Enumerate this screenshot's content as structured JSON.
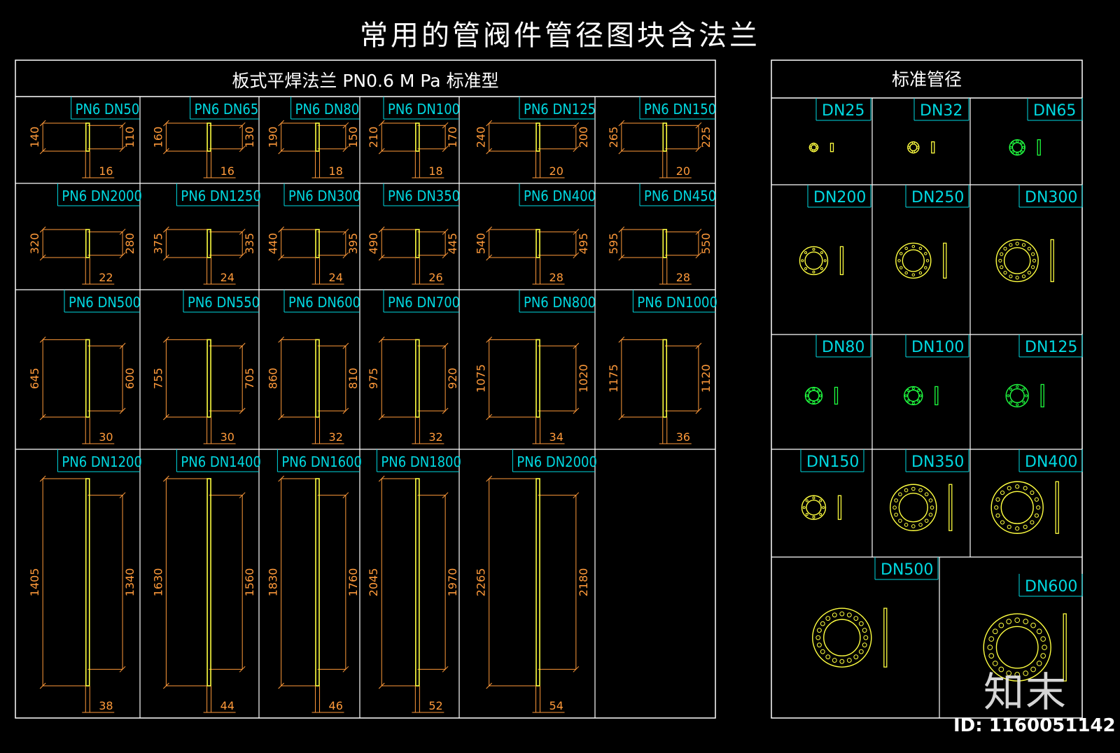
{
  "title": "常用的管阀件管径图块含法兰",
  "left_header": "板式平焊法兰 PN0.6 M Pa 标准型",
  "right_header": "标准管径",
  "colors": {
    "frame": "#ffffff",
    "label": "#00d8e0",
    "dim": "#ff9a3a",
    "flange": "#ffff40",
    "green": "#20ff40"
  },
  "flange_blocks": [
    {
      "label": "PN6  DN50",
      "d_outer": "140",
      "d_inner": "110",
      "thick": "16"
    },
    {
      "label": "PN6  DN65",
      "d_outer": "160",
      "d_inner": "130",
      "thick": "16"
    },
    {
      "label": "PN6  DN80",
      "d_outer": "190",
      "d_inner": "150",
      "thick": "18"
    },
    {
      "label": "PN6  DN100",
      "d_outer": "210",
      "d_inner": "170",
      "thick": "18"
    },
    {
      "label": "PN6  DN125",
      "d_outer": "240",
      "d_inner": "200",
      "thick": "20"
    },
    {
      "label": "PN6  DN150",
      "d_outer": "265",
      "d_inner": "225",
      "thick": "20"
    },
    {
      "label": "PN6  DN2000",
      "d_outer": "320",
      "d_inner": "280",
      "thick": "22"
    },
    {
      "label": "PN6  DN1250",
      "d_outer": "375",
      "d_inner": "335",
      "thick": "24"
    },
    {
      "label": "PN6  DN300",
      "d_outer": "440",
      "d_inner": "395",
      "thick": "24"
    },
    {
      "label": "PN6  DN350",
      "d_outer": "490",
      "d_inner": "445",
      "thick": "26"
    },
    {
      "label": "PN6  DN400",
      "d_outer": "540",
      "d_inner": "495",
      "thick": "28"
    },
    {
      "label": "PN6  DN450",
      "d_outer": "595",
      "d_inner": "550",
      "thick": "28"
    },
    {
      "label": "PN6  DN500",
      "d_outer": "645",
      "d_inner": "600",
      "thick": "30"
    },
    {
      "label": "PN6  DN550",
      "d_outer": "755",
      "d_inner": "705",
      "thick": "30"
    },
    {
      "label": "PN6  DN600",
      "d_outer": "860",
      "d_inner": "810",
      "thick": "32"
    },
    {
      "label": "PN6  DN700",
      "d_outer": "975",
      "d_inner": "920",
      "thick": "32"
    },
    {
      "label": "PN6  DN800",
      "d_outer": "1075",
      "d_inner": "1020",
      "thick": "34"
    },
    {
      "label": "PN6  DN1000",
      "d_outer": "1175",
      "d_inner": "1120",
      "thick": "36"
    },
    {
      "label": "PN6  DN1200",
      "d_outer": "1405",
      "d_inner": "1340",
      "thick": "38"
    },
    {
      "label": "PN6  DN1400",
      "d_outer": "1630",
      "d_inner": "1560",
      "thick": "44"
    },
    {
      "label": "PN6  DN1600",
      "d_outer": "1830",
      "d_inner": "1760",
      "thick": "46"
    },
    {
      "label": "PN6  DN1800",
      "d_outer": "2045",
      "d_inner": "1970",
      "thick": "52"
    },
    {
      "label": "PN6  DN2000",
      "d_outer": "2265",
      "d_inner": "2180",
      "thick": "54"
    }
  ],
  "pipe_blocks": [
    {
      "label": "DN25",
      "color": "yellow"
    },
    {
      "label": "DN32",
      "color": "yellow"
    },
    {
      "label": "DN65",
      "color": "green"
    },
    {
      "label": "DN200",
      "color": "yellow"
    },
    {
      "label": "DN250",
      "color": "yellow"
    },
    {
      "label": "DN300",
      "color": "yellow"
    },
    {
      "label": "DN80",
      "color": "green"
    },
    {
      "label": "DN100",
      "color": "green"
    },
    {
      "label": "DN125",
      "color": "green"
    },
    {
      "label": "DN150",
      "color": "yellow"
    },
    {
      "label": "DN350",
      "color": "yellow"
    },
    {
      "label": "DN400",
      "color": "yellow"
    },
    {
      "label": "DN500",
      "color": "yellow"
    },
    {
      "label": "DN600",
      "color": "yellow"
    }
  ],
  "watermark": {
    "logo": "知末",
    "id": "ID: 1160051142"
  }
}
